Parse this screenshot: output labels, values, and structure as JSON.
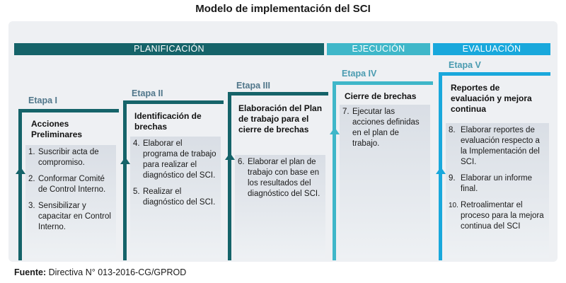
{
  "title": "Modelo de implementación del SCI",
  "phases": {
    "planificacion": "PLANIFICACIÓN",
    "ejecucion": "EJECUCIÓN",
    "evaluacion": "EVALUACIÓN"
  },
  "colors": {
    "planificacion": "#156369",
    "ejecucion": "#3fb7c9",
    "evaluacion": "#19a8dc"
  },
  "stages": [
    {
      "label": "Etapa I",
      "heading": "Acciones Preliminares",
      "items": [
        {
          "num": "1.",
          "text": "Suscribir acta de compromiso."
        },
        {
          "num": "2.",
          "text": "Conformar Comité de Control Interno."
        },
        {
          "num": "3.",
          "text": "Sensibilizar y capacitar en Control Interno."
        }
      ]
    },
    {
      "label": "Etapa II",
      "heading": "Identificación de brechas",
      "items": [
        {
          "num": "4.",
          "text": "Elaborar el programa de trabajo para realizar el diagnóstico del SCI."
        },
        {
          "num": "5.",
          "text": "Realizar el diagnóstico del SCI."
        }
      ]
    },
    {
      "label": "Etapa III",
      "heading": "Elaboración del Plan de trabajo para el cierre de brechas",
      "items": [
        {
          "num": "6.",
          "text": "Elaborar el plan de trabajo con base en los resultados del diagnóstico del SCI."
        }
      ]
    },
    {
      "label": "Etapa IV",
      "heading": "Cierre de brechas",
      "items": [
        {
          "num": "7.",
          "text": "Ejecutar las acciones definidas en el plan de trabajo."
        }
      ]
    },
    {
      "label": "Etapa V",
      "heading": "Reportes de evaluación y mejora continua",
      "items": [
        {
          "num": "8.",
          "text": "Elaborar reportes de evaluación respecto a la Implementación del SCI."
        },
        {
          "num": "9.",
          "text": "Elaborar un informe final."
        },
        {
          "num": "10.",
          "text": "Retroalimentar el proceso para la mejora continua del SCI"
        }
      ]
    }
  ],
  "source": {
    "label": "Fuente:",
    "text": "Directiva N° 013-2016-CG/GPROD"
  }
}
